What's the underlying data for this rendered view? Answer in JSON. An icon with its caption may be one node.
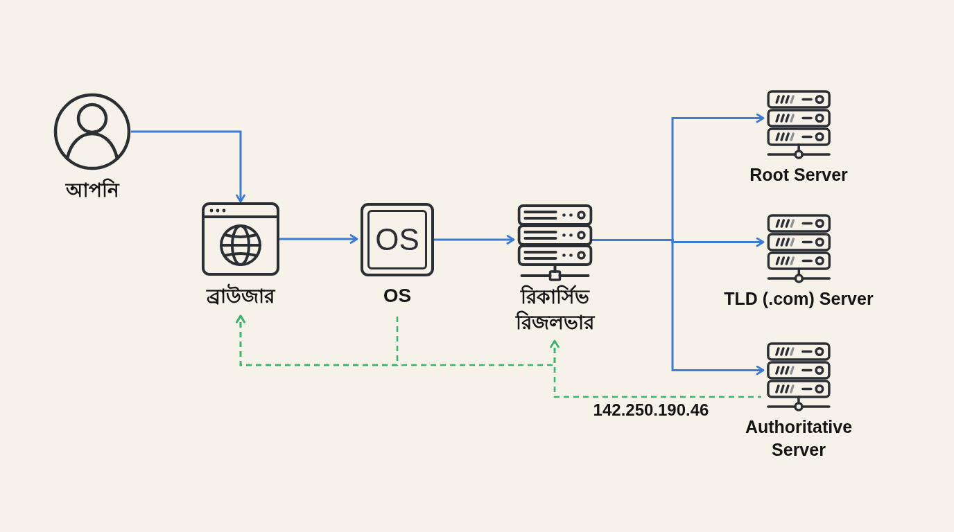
{
  "diagram": {
    "nodes": [
      {
        "text": [
          "আপনি"
        ]
      },
      {
        "text": [
          "ব্রাউজার"
        ]
      },
      {
        "text": [
          "OS",
          "OS"
        ]
      },
      {
        "text": [
          "রিকার্সিভ রিজলভার"
        ]
      },
      {
        "text": [
          "Root Server"
        ]
      },
      {
        "text": [
          "TLD (.com) Server"
        ]
      },
      {
        "text": [
          "Authoritative Server"
        ]
      }
    ],
    "edges": [
      {
        "from": 0,
        "to": 1,
        "arrow": "to"
      },
      {
        "from": 1,
        "to": 2,
        "arrow": "to"
      },
      {
        "from": 2,
        "to": 3,
        "arrow": "to"
      },
      {
        "from": 3,
        "to": 4,
        "arrow": "to"
      },
      {
        "from": 3,
        "to": 5,
        "arrow": "to"
      },
      {
        "from": 3,
        "to": 6,
        "arrow": "to"
      },
      {
        "from": 6,
        "to": 3,
        "arrow": "to",
        "label": "142.250.190.46",
        "style": "dashed",
        "color": "#3cb56c"
      },
      {
        "from": 3,
        "to": 1,
        "arrow": "to",
        "style": "dashed",
        "color": "#3cb56c"
      },
      {
        "from": 2,
        "to": 1,
        "arrow": "to",
        "style": "dashed",
        "color": "#3cb56c"
      }
    ]
  }
}
